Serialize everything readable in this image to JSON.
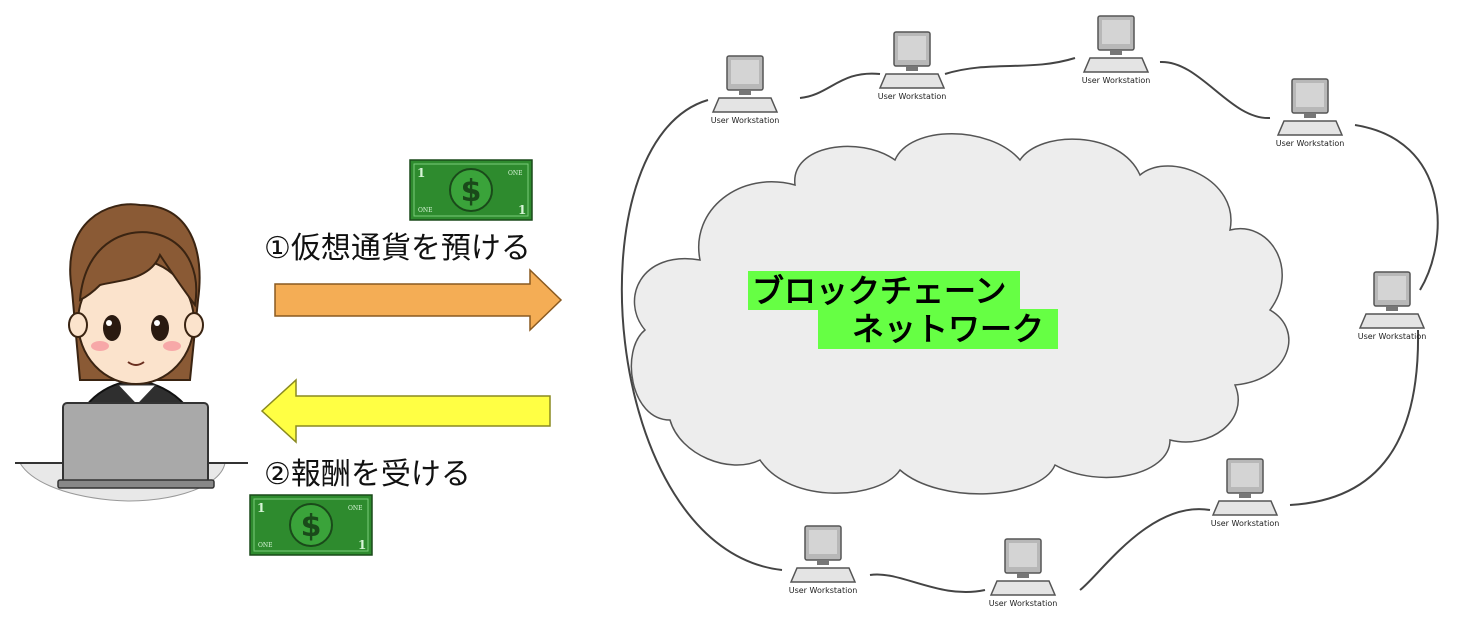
{
  "steps": {
    "deposit": "①仮想通貨を預ける",
    "reward": "②報酬を受ける"
  },
  "network": {
    "line1": "ブロックチェーン",
    "line2": "ネットワーク",
    "highlight_color": "#66ff44",
    "cloud_color": "#ededed"
  },
  "banknote": {
    "corner_number": "1",
    "corner_text": "ONE",
    "symbol": "$",
    "color": "#2e8b2e"
  },
  "arrows": {
    "deposit_color": "#f4ad55",
    "reward_color": "#ffff44"
  },
  "workstation_label": "User Workstation",
  "workstations": [
    {
      "label": "User Workstation"
    },
    {
      "label": "User Workstation"
    },
    {
      "label": "User Workstation"
    },
    {
      "label": "User Workstation"
    },
    {
      "label": "User Workstation"
    },
    {
      "label": "User Workstation"
    },
    {
      "label": "User Workstation"
    },
    {
      "label": "User Workstation"
    }
  ]
}
